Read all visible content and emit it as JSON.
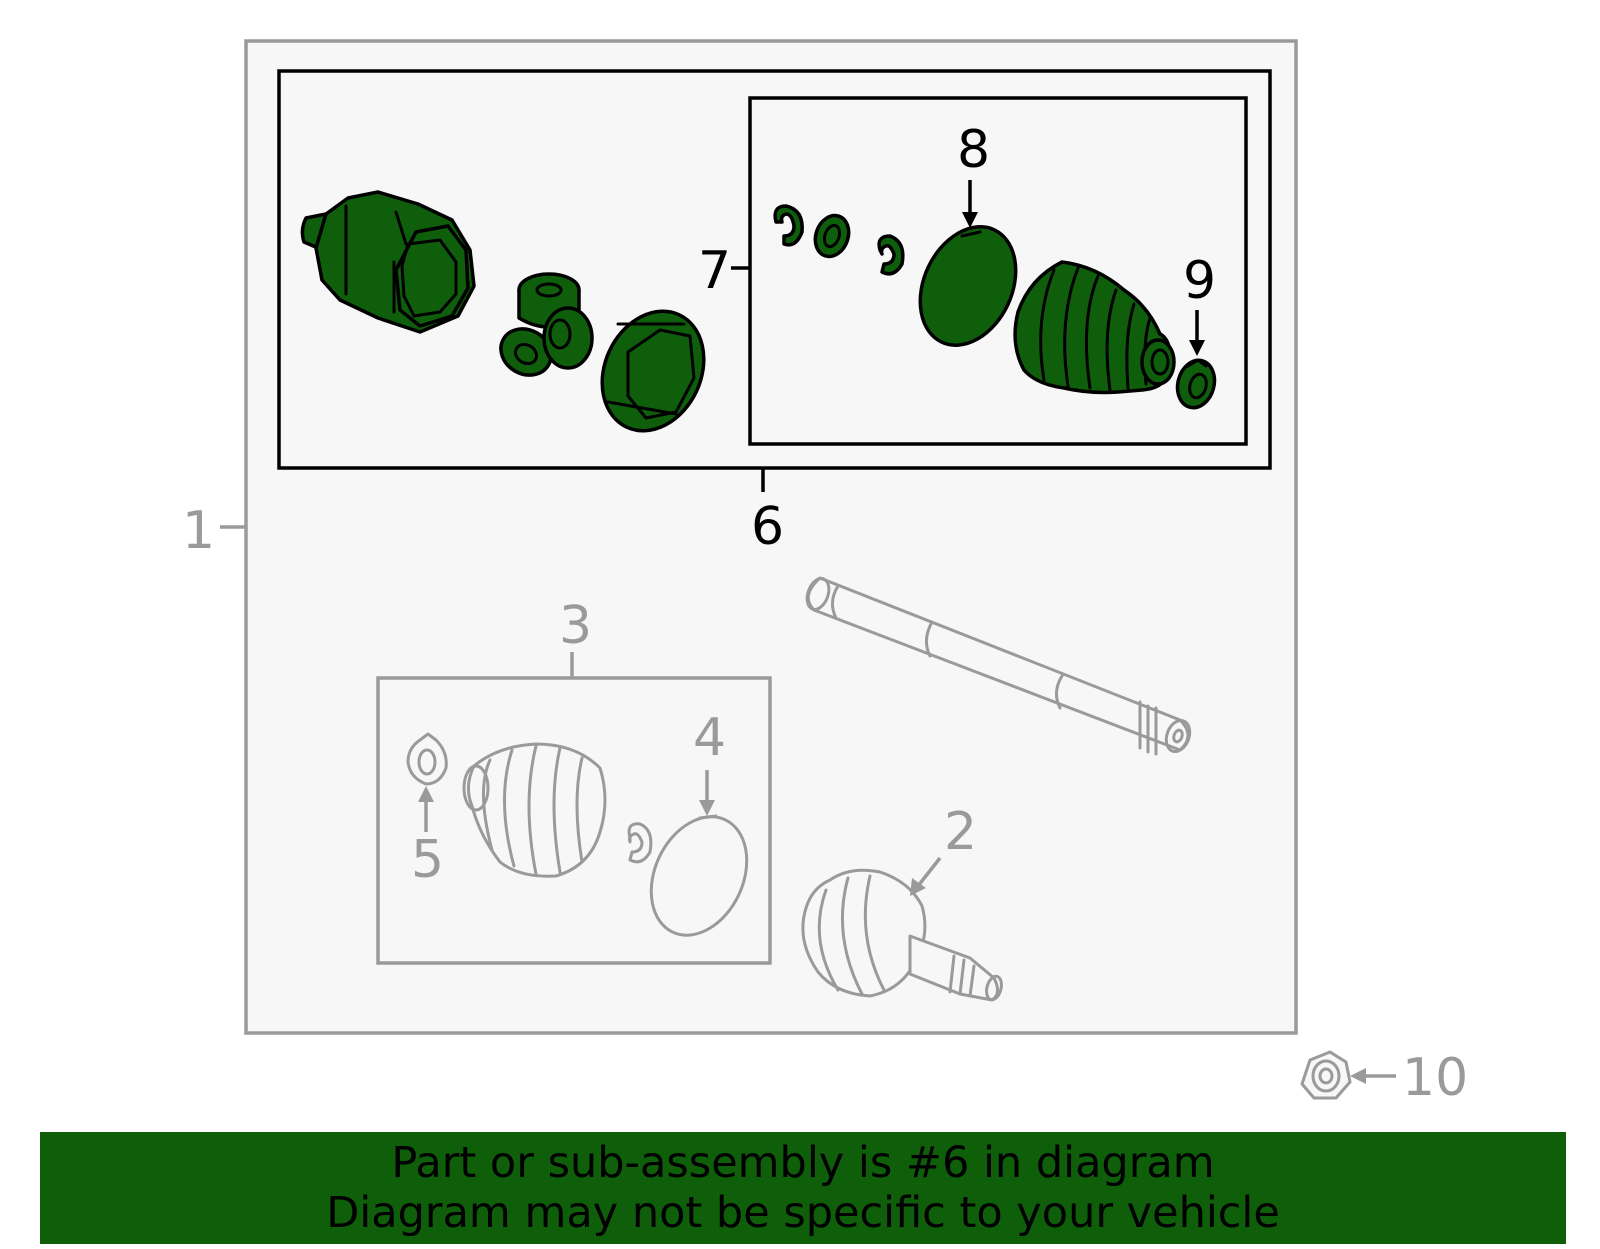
{
  "callouts": {
    "c1": "1",
    "c2": "2",
    "c3": "3",
    "c4": "4",
    "c5": "5",
    "c6": "6",
    "c7": "7",
    "c8": "8",
    "c9": "9",
    "c10": "10"
  },
  "banner": {
    "line1": "Part or sub-assembly is #6 in diagram",
    "line2": "Diagram may not be specific to your vehicle"
  },
  "colors": {
    "highlight_green": "#0f5e0c",
    "banner_green": "#0e5e0a",
    "inactive_grey": "#9a9a9a",
    "panel_background": "#f7f7f7"
  }
}
